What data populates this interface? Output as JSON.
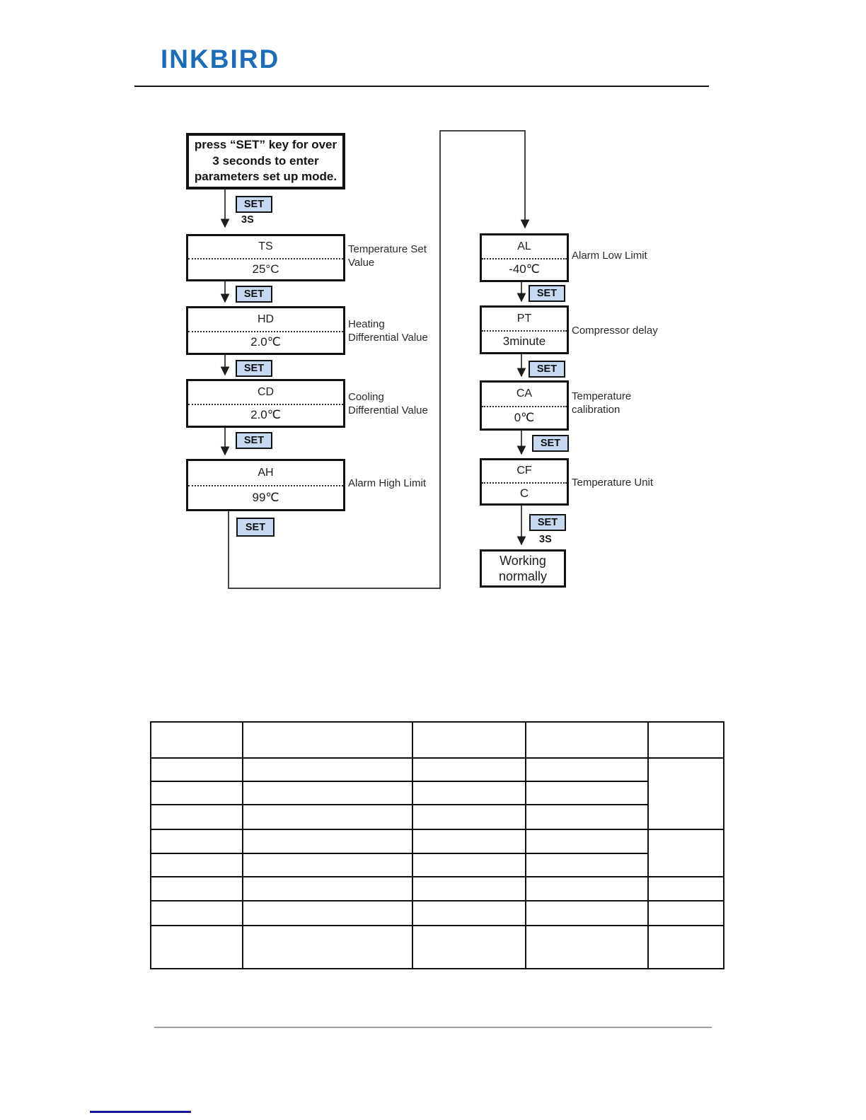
{
  "header": {
    "logo": "INKBIRD"
  },
  "flowchart": {
    "set_button_label": "SET",
    "hold_duration": "3S",
    "start_text": "press “SET” key for over 3 seconds to enter parameters set up mode.",
    "end_text": "Working normally",
    "nodes": {
      "ts": {
        "code": "TS",
        "value": "25°C",
        "label_lines": [
          "Temperature Set",
          "Value"
        ]
      },
      "hd": {
        "code": "HD",
        "value": "2.0℃",
        "label_lines": [
          "Heating",
          "Differential Value"
        ]
      },
      "cd": {
        "code": "CD",
        "value": "2.0℃",
        "label_lines": [
          "Cooling",
          "Differential Value"
        ]
      },
      "ah": {
        "code": "AH",
        "value": "99℃",
        "label_lines": [
          "Alarm High Limit"
        ]
      },
      "al": {
        "code": "AL",
        "value": "-40℃",
        "label_lines": [
          "Alarm Low Limit"
        ]
      },
      "pt": {
        "code": "PT",
        "value": "3minute",
        "label_lines": [
          "Compressor delay"
        ]
      },
      "ca": {
        "code": "CA",
        "value": "0℃",
        "label_lines": [
          "Temperature",
          "calibration"
        ]
      },
      "cf": {
        "code": "CF",
        "value": "C",
        "label_lines": [
          "Temperature Unit"
        ]
      }
    }
  }
}
